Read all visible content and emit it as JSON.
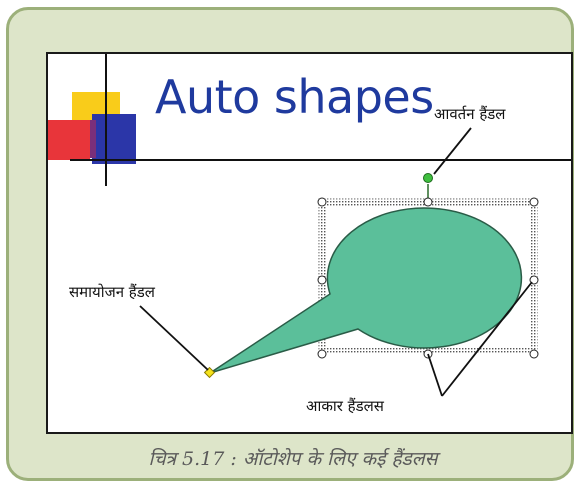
{
  "figure": {
    "slide_title": "Auto shapes",
    "labels": {
      "rotation_handle": "आवर्तन हैंडल",
      "adjustment_handle": "समायोजन हैंडल",
      "sizing_handles": "आकार हैंडलस"
    },
    "caption": "चित्र 5.17 : ऑटोशेप के लिए कई हैंडलस"
  },
  "colors": {
    "frame_background": "#dde5c9",
    "frame_border": "#9cb07a",
    "title_blue": "#1f3a9e",
    "shape_fill": "#5bbf9a",
    "rotation_handle": "#3fbf3f",
    "adjustment_handle": "#f5e21b"
  }
}
